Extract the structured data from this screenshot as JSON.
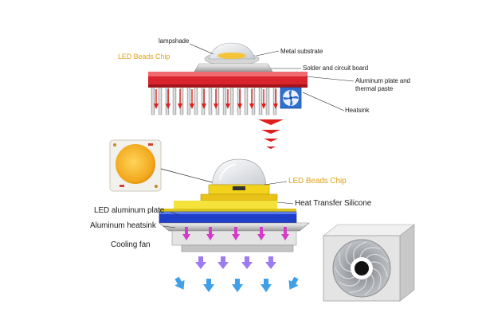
{
  "labels": {
    "top_lampshade": "lampshade",
    "top_led_chip": "LED Beads Chip",
    "top_metal_substrate": "Metal substrate",
    "top_solder": "Solder and circuit board",
    "top_aluminum_thermal_1": "Aluminum plate and",
    "top_aluminum_thermal_2": "thermal paste",
    "top_heatsink": "Heatsink",
    "bottom_led_chip": "LED Beads Chip",
    "bottom_heat_transfer": "Heat Transfer Silicone",
    "bottom_led_plate": "LED aluminum plate",
    "bottom_heatsink": "Aluminum heatsink",
    "bottom_cooling_fan": "Cooling fan"
  },
  "colors": {
    "chip_label": "#e0a21a",
    "pcb_red": "#d8242c",
    "heat_arrow_red": "#e01e1e",
    "led_yellow": "#f2d21a",
    "plate_blue": "#1f3fc8",
    "heat_arrow_magenta": "#d63cc8",
    "airflow_purple": "#9c7cf0",
    "airflow_blue": "#3f9fe8"
  },
  "icons": {
    "top_fan": "fan-icon",
    "inset_chip": "cob-led-chip-icon",
    "big_fan": "cooling-fan-icon"
  }
}
